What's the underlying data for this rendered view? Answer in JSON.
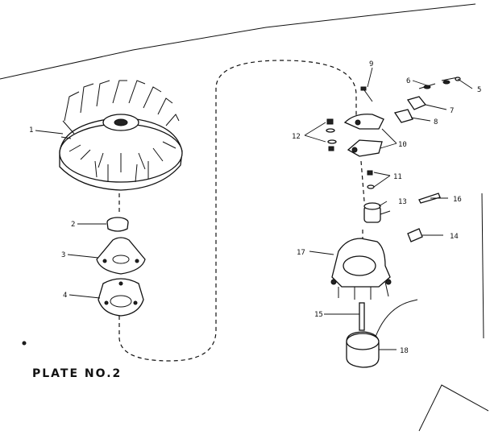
{
  "plate": {
    "title": "PLATE  NO.2"
  },
  "callouts": [
    {
      "id": "1",
      "text": "1"
    },
    {
      "id": "2",
      "text": "2"
    },
    {
      "id": "3",
      "text": "3"
    },
    {
      "id": "4",
      "text": "4"
    },
    {
      "id": "5",
      "text": "5"
    },
    {
      "id": "6",
      "text": "6"
    },
    {
      "id": "7",
      "text": "7"
    },
    {
      "id": "8",
      "text": "8"
    },
    {
      "id": "9",
      "text": "9"
    },
    {
      "id": "10",
      "text": "10"
    },
    {
      "id": "11",
      "text": "11"
    },
    {
      "id": "12",
      "text": "12"
    },
    {
      "id": "13",
      "text": "13"
    },
    {
      "id": "14",
      "text": "14"
    },
    {
      "id": "15",
      "text": "15"
    },
    {
      "id": "16",
      "text": "16"
    },
    {
      "id": "17",
      "text": "17"
    },
    {
      "id": "18",
      "text": "18"
    }
  ]
}
